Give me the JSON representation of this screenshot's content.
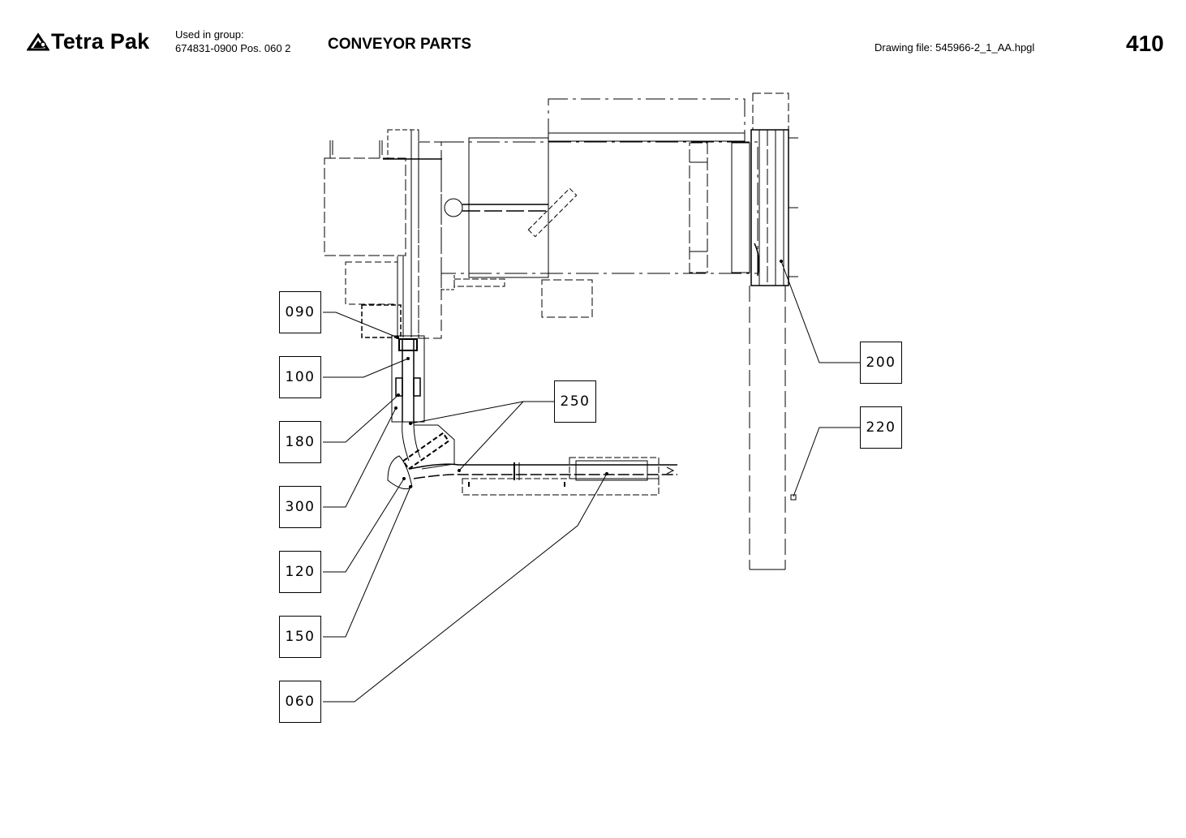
{
  "header": {
    "brand": "Tetra Pak",
    "used_in_group_label": "Used in group:",
    "used_in_group_value": "674831-0900 Pos. 060 2",
    "title": "CONVEYOR PARTS",
    "drawing_file": "Drawing file:  545966-2_1_AA.hpgl",
    "page_number": "410"
  },
  "callouts": {
    "c090": "090",
    "c100": "100",
    "c180": "180",
    "c300": "300",
    "c120": "120",
    "c150": "150",
    "c060": "060",
    "c250": "250",
    "c200": "200",
    "c220": "220"
  },
  "colors": {
    "line": "#000000",
    "background": "#ffffff"
  }
}
